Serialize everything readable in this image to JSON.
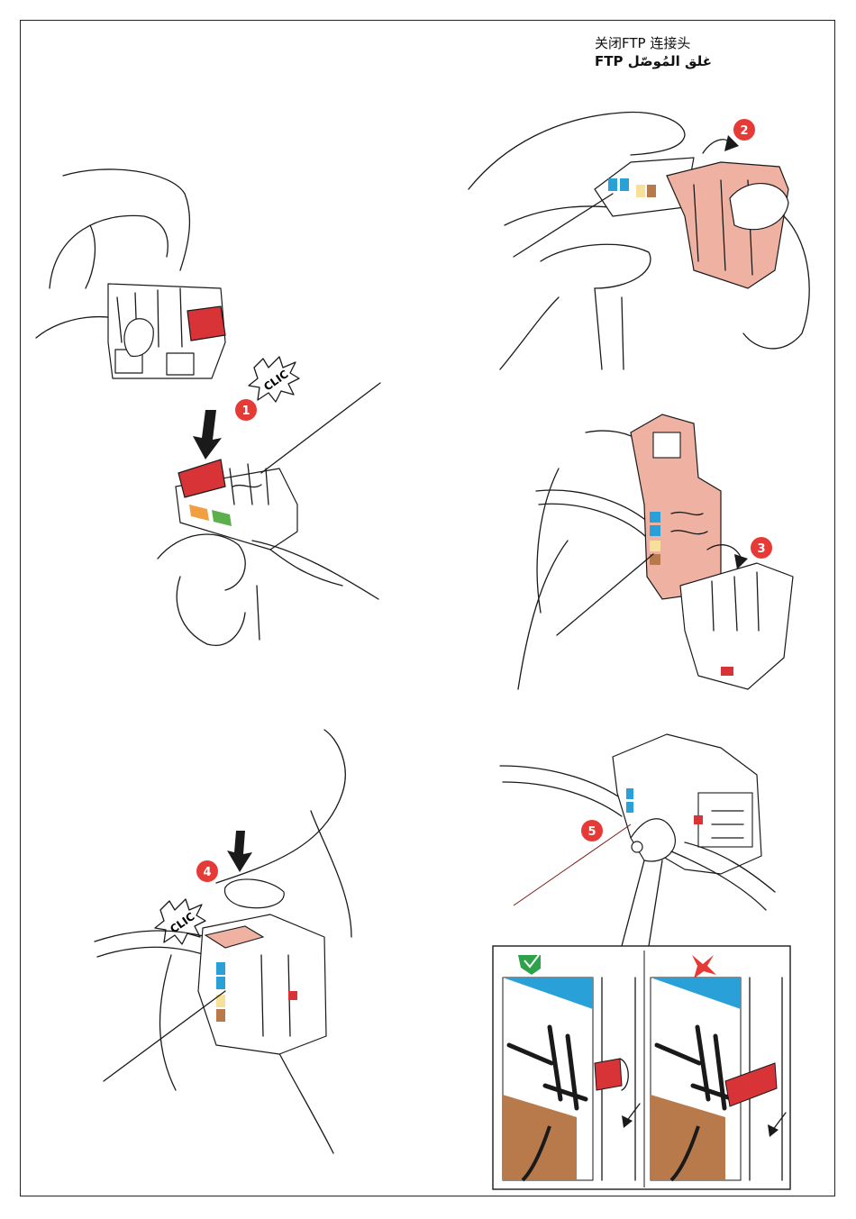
{
  "header": {
    "title_zh": "关闭FTP 连接头",
    "title_ar": "غلق المُوصّل FTP"
  },
  "steps": {
    "s1": "1",
    "s2": "2",
    "s3": "3",
    "s4": "4",
    "s5": "5"
  },
  "sounds": {
    "clic1": "CLIC",
    "clic2": "CLIC"
  },
  "colors": {
    "step_badge": "#e63a36",
    "red_clip": "#d83438",
    "pink_cap": "#efb2a2",
    "blue_label": "#2aa0d8",
    "brown_label": "#b87a4b",
    "ok_check": "#2da24a",
    "bad_cross": "#e63a36"
  },
  "icons": {
    "ok": "check-icon",
    "bad": "cross-icon"
  }
}
